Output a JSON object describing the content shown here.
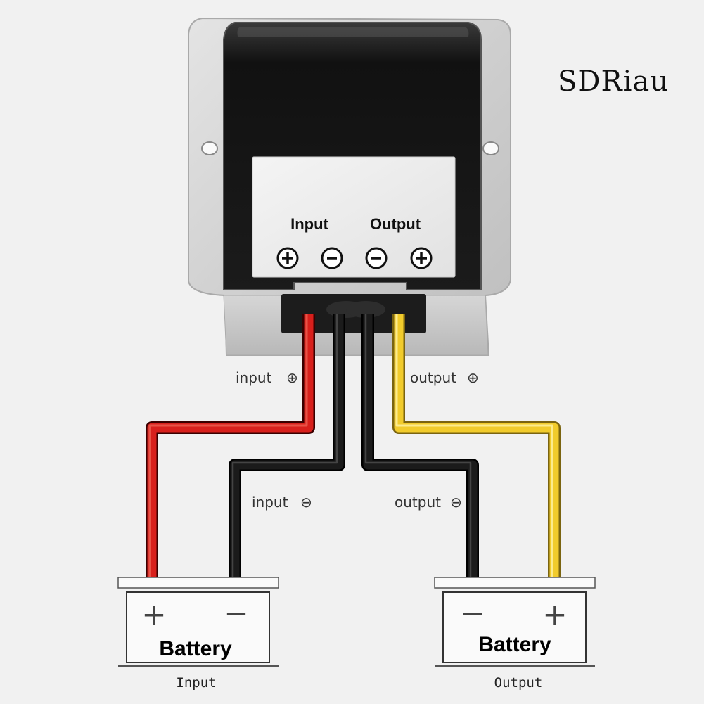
{
  "brand": "SDRiau",
  "device": {
    "panel_input_label": "Input",
    "panel_output_label": "Output",
    "terminals": [
      "+",
      "-",
      "-",
      "+"
    ]
  },
  "wires": {
    "input_pos_label": "input",
    "input_pos_symbol": "⊕",
    "input_neg_label": "input",
    "input_neg_symbol": "⊖",
    "output_pos_label": "output",
    "output_pos_symbol": "⊕",
    "output_neg_label": "output",
    "output_neg_symbol": "⊖",
    "colors": {
      "positive_in": "#d8201c",
      "negative": "#141414",
      "positive_out": "#f1cb2c"
    }
  },
  "batteries": {
    "input": {
      "name": "Battery",
      "caption": "Input",
      "left_sign": "+",
      "right_sign": "−"
    },
    "output": {
      "name": "Battery",
      "caption": "Output",
      "left_sign": "−",
      "right_sign": "+"
    }
  }
}
